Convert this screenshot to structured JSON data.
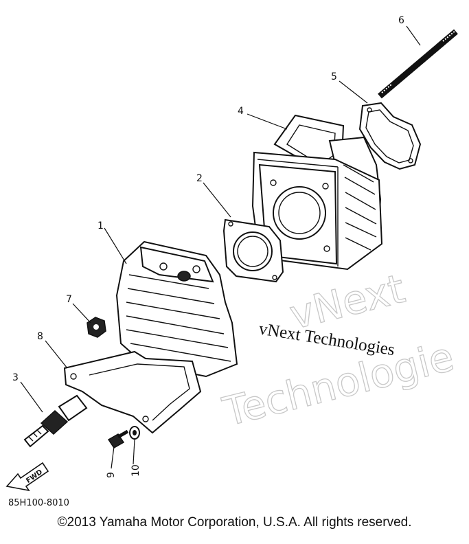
{
  "diagram": {
    "callouts": [
      "1",
      "2",
      "3",
      "4",
      "5",
      "6",
      "7",
      "8",
      "9",
      "10"
    ],
    "part_number": "85H100-8010",
    "forward_label": "FWD",
    "watermark_small": "vNext Technologies",
    "watermark_large_1": "vNext",
    "watermark_large_2": "Technologie"
  },
  "footer": {
    "copyright": "©2013 Yamaha Motor Corporation, U.S.A. All rights reserved."
  }
}
